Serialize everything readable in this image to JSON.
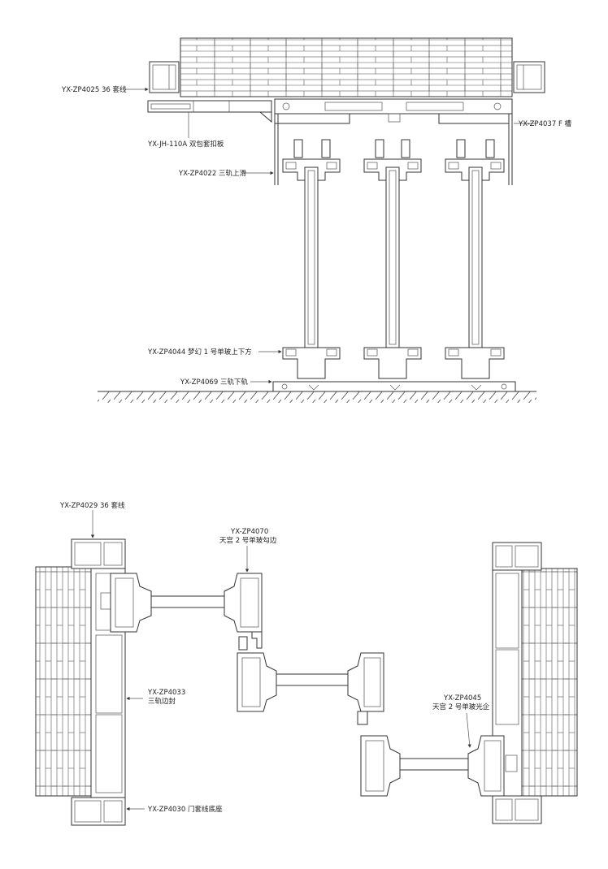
{
  "top_section": {
    "labels": {
      "casing": "YX-ZP4025 36 套线",
      "clip": "YX-JH-110A  双包套扣板",
      "f_slot": "YX-ZP4037  F 槽",
      "top_track": "YX-ZP4022  三轨上滑",
      "sash_rail": "YX-ZP4044  梦幻 1 号单玻上下方",
      "bottom_track": "YX-ZP4069  三轨下轨"
    }
  },
  "bottom_section": {
    "labels": {
      "casing": "YX-ZP4029 36 套线",
      "hook_line1": "YX-ZP4070",
      "hook_line2": "天宫 2 号单玻勾边",
      "side_seal_line1": "YX-ZP4033",
      "side_seal_line2": "三轨边封",
      "lock_line1": "YX-ZP4045",
      "lock_line2": "天宫 2 号单玻光企",
      "base": "YX-ZP4030  门套线底座"
    }
  }
}
